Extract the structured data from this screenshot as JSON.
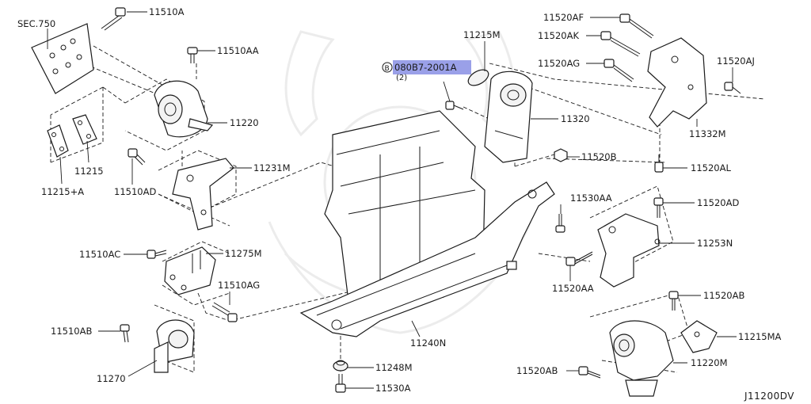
{
  "diagram_code": "J11200DV",
  "highlight_color": "#9aa0e8",
  "callout": {
    "badge": "B",
    "part_number": "080B7-2001A",
    "quantity": "(2)"
  },
  "labels": {
    "sec750": "SEC.750",
    "p11510A": "11510A",
    "p11510AA": "11510AA",
    "p11220": "11220",
    "p11215": "11215",
    "p11215A": "11215+A",
    "p11510AD": "11510AD",
    "p11231M": "11231M",
    "p11510AC": "11510AC",
    "p11275M": "11275M",
    "p11510AG": "11510AG",
    "p11510AB": "11510AB",
    "p11270": "11270",
    "p11215M": "11215M",
    "p11320": "11320",
    "p11520B": "11520B",
    "p11520AF": "11520AF",
    "p11520AK": "11520AK",
    "p11520AG": "11520AG",
    "p11520AJ": "11520AJ",
    "p11332M": "11332M",
    "p11520AL": "11520AL",
    "p11530AA_top": "11530AA",
    "p11520AD": "11520AD",
    "p11253N": "11253N",
    "p11520AA": "11520AA",
    "p11240N": "11240N",
    "p11520AB_right": "11520AB",
    "p11215MA": "11215MA",
    "p11248M": "11248M",
    "p11530A": "11530A",
    "p11520AB_bottom": "11520AB",
    "p11220M": "11220M"
  },
  "icons": {
    "watermark": "samurai-helmet-watermark-icon",
    "bolt": "bolt-icon",
    "nut": "nut-icon"
  }
}
